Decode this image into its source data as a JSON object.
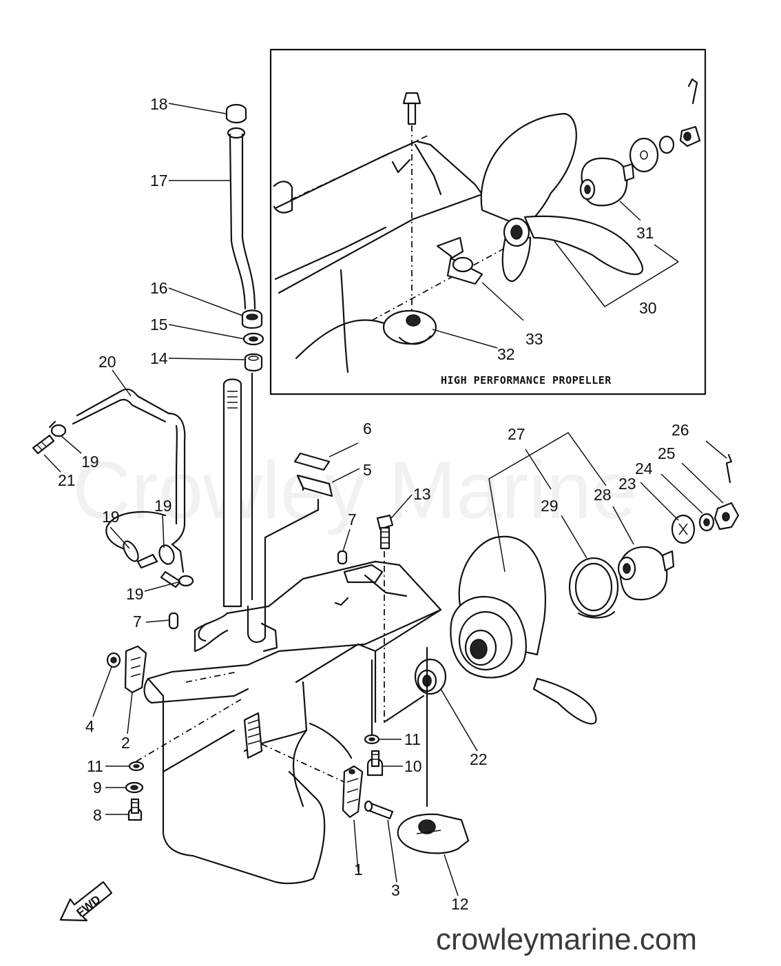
{
  "inset": {
    "title": "HIGH PERFORMANCE PROPELLER"
  },
  "watermark": {
    "center_text": "Crowley Marine",
    "footer_text": "crowleymarine.com"
  },
  "direction_arrow": {
    "label": "FWD"
  },
  "callouts": {
    "c1": "1",
    "c2": "2",
    "c3": "3",
    "c4": "4",
    "c5": "5",
    "c6": "6",
    "c7a": "7",
    "c7b": "7",
    "c8": "8",
    "c9": "9",
    "c10": "10",
    "c11a": "11",
    "c11b": "11",
    "c12": "12",
    "c13": "13",
    "c14": "14",
    "c15": "15",
    "c16": "16",
    "c17": "17",
    "c18": "18",
    "c19a": "19",
    "c19b": "19",
    "c19c": "19",
    "c19d": "19",
    "c20": "20",
    "c21": "21",
    "c22": "22",
    "c23": "23",
    "c24": "24",
    "c25": "25",
    "c26": "26",
    "c27": "27",
    "c28": "28",
    "c29": "29",
    "c30": "30",
    "c31": "31",
    "c32": "32",
    "c33": "33"
  }
}
